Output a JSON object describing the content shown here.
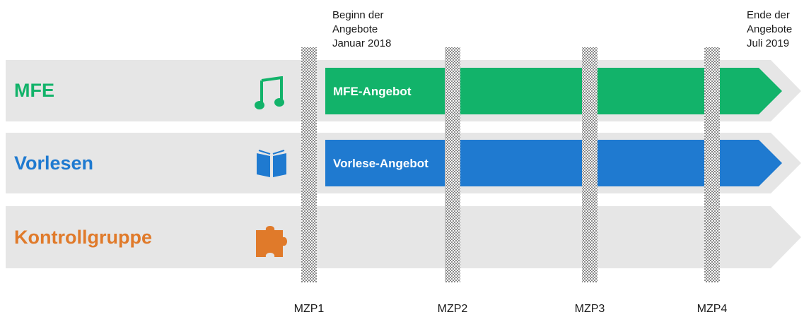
{
  "groups": [
    {
      "label": "MFE",
      "color": "#12b36a",
      "icon": "music-note-icon"
    },
    {
      "label": "Vorlesen",
      "color": "#1f7ad0",
      "icon": "open-book-icon"
    },
    {
      "label": "Kontrollgruppe",
      "color": "#e07a2a",
      "icon": "puzzle-piece-icon"
    }
  ],
  "offers": [
    {
      "label": "MFE-Angebot",
      "color": "#12b36a"
    },
    {
      "label": "Vorlese-Angebot",
      "color": "#1f7ad0"
    }
  ],
  "start_note": [
    "Beginn der",
    "Angebote",
    "Januar 2018"
  ],
  "end_note": [
    "Ende der",
    "Angebote",
    "Juli 2019"
  ],
  "measurement_points": [
    "MZP1",
    "MZP2",
    "MZP3",
    "MZP4"
  ],
  "colors": {
    "lane_background": "#e6e6e6",
    "divider_hatch": "#9a9a9a"
  }
}
